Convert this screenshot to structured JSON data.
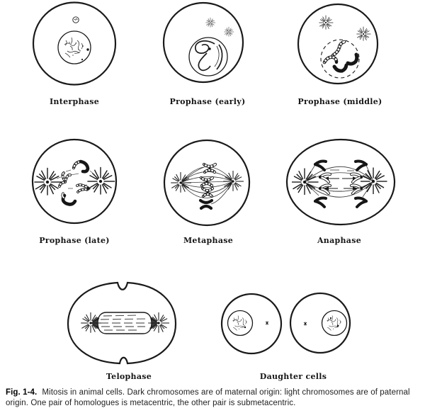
{
  "figure": {
    "stages": [
      {
        "label": "Interphase"
      },
      {
        "label": "Prophase (early)"
      },
      {
        "label": "Prophase (middle)"
      },
      {
        "label": "Prophase (late)"
      },
      {
        "label": "Metaphase"
      },
      {
        "label": "Anaphase"
      },
      {
        "label": "Telophase"
      },
      {
        "label": "Daughter cells"
      }
    ]
  },
  "caption": {
    "fig_label": "Fig. 1-4.",
    "text": "Mitosis in animal cells. Dark chromosomes are of maternal origin: light chromosomes are of paternal origin. One pair of homologues is metacentric, the other pair is submetacentric."
  },
  "colors": {
    "ink": "#1a1a1a",
    "background": "#ffffff"
  }
}
